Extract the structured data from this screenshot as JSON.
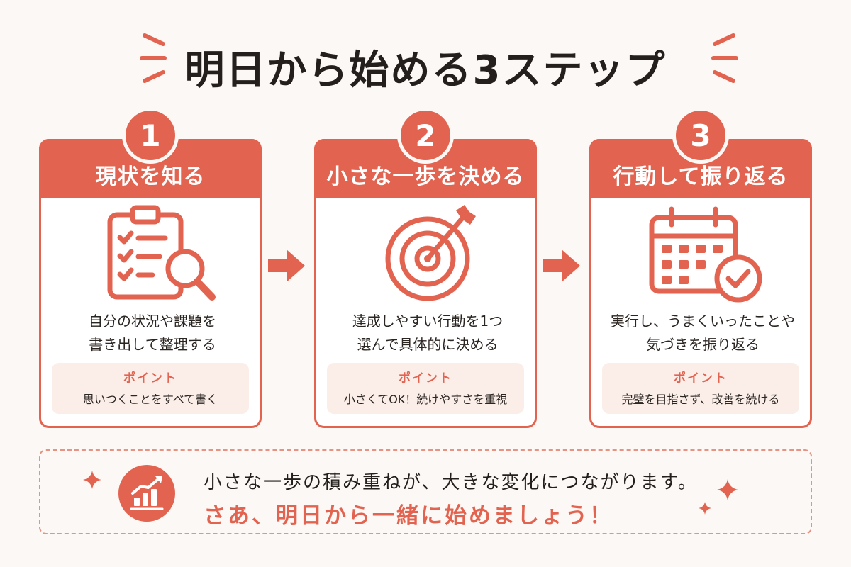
{
  "title": "明日から始める3ステップ",
  "accent_color": "#e26450",
  "steps": [
    {
      "number": "1",
      "title": "現状を知る",
      "icon": "clipboard-magnifier-icon",
      "desc_line1": "自分の状況や課題を",
      "desc_line2": "書き出して整理する",
      "point_label": "ポイント",
      "point_text": "思いつくことをすべて書く"
    },
    {
      "number": "2",
      "title": "小さな一歩を決める",
      "icon": "target-arrow-icon",
      "desc_line1": "達成しやすい行動を1つ",
      "desc_line2": "選んで具体的に決める",
      "point_label": "ポイント",
      "point_text": "小さくてOK！続けやすさを重視"
    },
    {
      "number": "3",
      "title": "行動して振り返る",
      "icon": "calendar-check-icon",
      "desc_line1": "実行し、うまくいったことや",
      "desc_line2": "気づきを振り返る",
      "point_label": "ポイント",
      "point_text": "完璧を目指さず、改善を続ける"
    }
  ],
  "footer": {
    "icon": "growth-chart-icon",
    "message1": "小さな一歩の積み重ねが、大きな変化につながります。",
    "message2": "さあ、明日から一緒に始めましょう！"
  }
}
